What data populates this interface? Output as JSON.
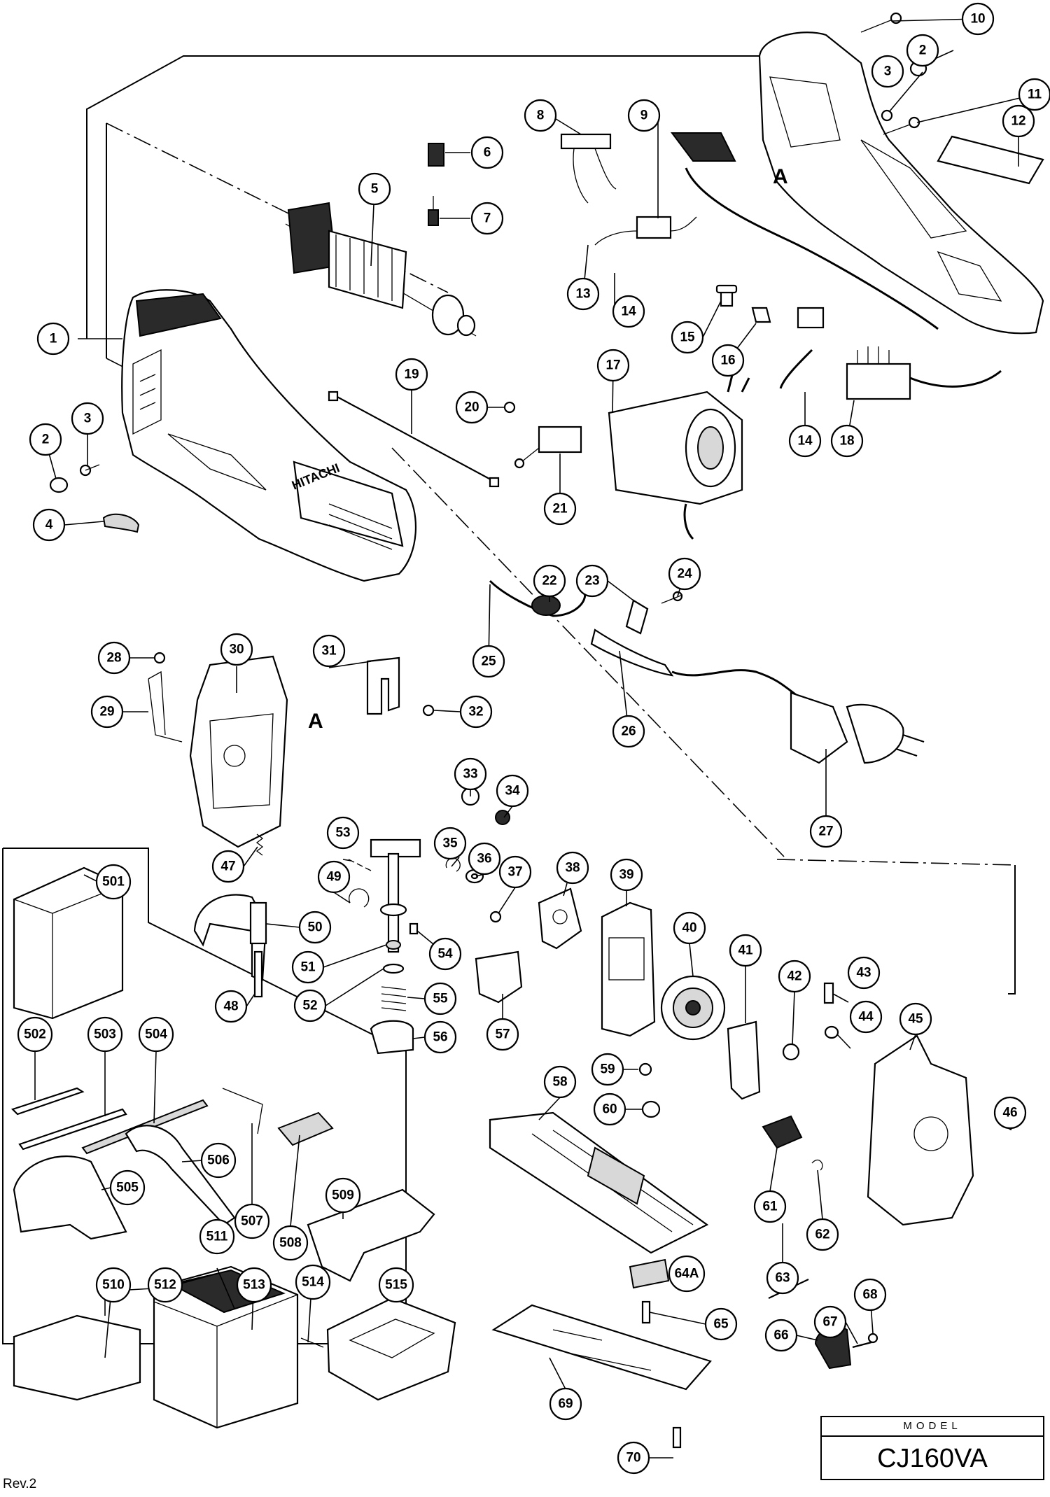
{
  "model": {
    "label": "MODEL",
    "value": "CJ160VA"
  },
  "revision": "Rev.2",
  "reference_marks": [
    "A",
    "A"
  ],
  "brand_marking": "HITACHI",
  "callouts": [
    "1",
    "2",
    "3",
    "4",
    "5",
    "6",
    "7",
    "8",
    "9",
    "10",
    "11",
    "12",
    "13",
    "14",
    "15",
    "16",
    "17",
    "18",
    "19",
    "20",
    "21",
    "22",
    "23",
    "24",
    "25",
    "26",
    "27",
    "28",
    "29",
    "30",
    "31",
    "32",
    "33",
    "34",
    "35",
    "36",
    "37",
    "38",
    "39",
    "40",
    "41",
    "42",
    "43",
    "44",
    "45",
    "46",
    "47",
    "48",
    "49",
    "50",
    "51",
    "52",
    "53",
    "54",
    "55",
    "56",
    "57",
    "58",
    "59",
    "60",
    "61",
    "62",
    "63",
    "64A",
    "65",
    "66",
    "67",
    "68",
    "69",
    "70",
    "501",
    "502",
    "503",
    "504",
    "505",
    "506",
    "507",
    "508",
    "509",
    "510",
    "511",
    "512",
    "513",
    "514",
    "515",
    "2",
    "3",
    "14"
  ]
}
